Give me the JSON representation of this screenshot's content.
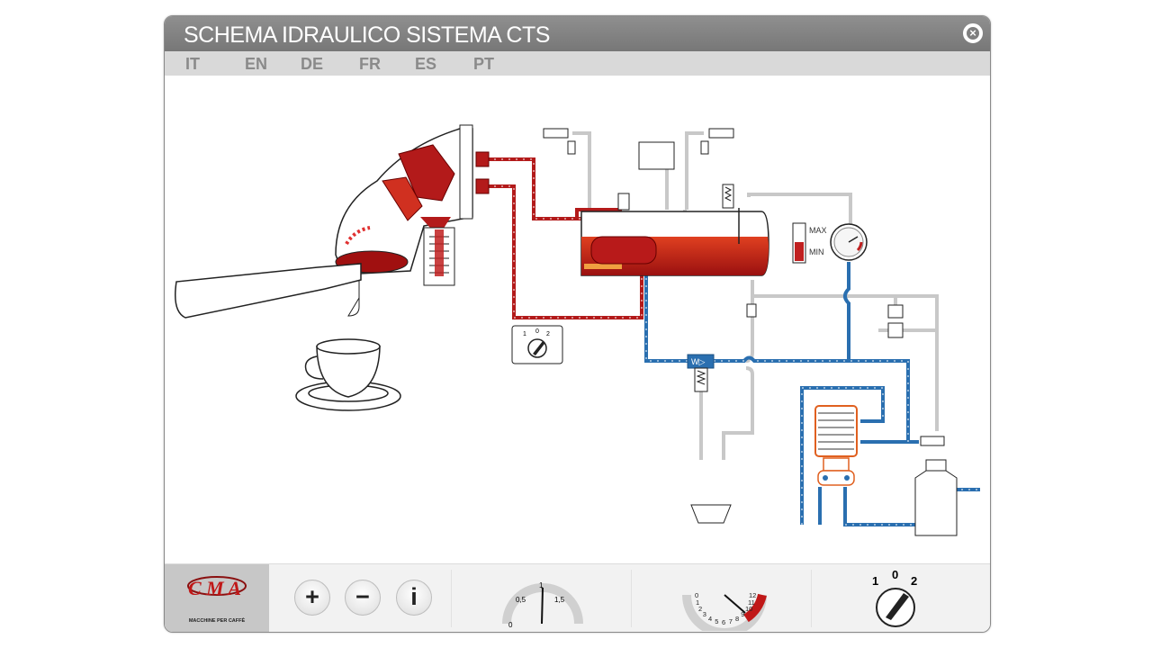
{
  "window": {
    "title": "SCHEMA IDRAULICO SISTEMA CTS",
    "close_icon": "close-circle-icon"
  },
  "languages": [
    "IT",
    "EN",
    "DE",
    "FR",
    "ES",
    "PT"
  ],
  "diagram": {
    "level_max_label": "MAX",
    "level_min_label": "MIN",
    "selector_labels": [
      "1",
      "0",
      "2"
    ]
  },
  "toolbar": {
    "logo_text": "C M A",
    "logo_caption": "MACCHINE PER CAFFÈ",
    "zoom_in_label": "+",
    "zoom_out_label": "−",
    "info_label": "i",
    "pressure_gauge": {
      "labels": [
        "0",
        "0,5",
        "1",
        "1,5"
      ],
      "needle_value": 1.0
    },
    "pump_gauge": {
      "labels": [
        "0",
        "1",
        "2",
        "3",
        "4",
        "5",
        "6",
        "7",
        "8",
        "9",
        "10",
        "11",
        "12"
      ],
      "needle_value": 9
    },
    "selector_labels": [
      "1",
      "0",
      "2"
    ]
  },
  "colors": {
    "hot_water": "#b31a1a",
    "cold_water": "#2a6fb0",
    "inactive_pipe": "#c8c8c8",
    "titlebar": "#808080"
  }
}
